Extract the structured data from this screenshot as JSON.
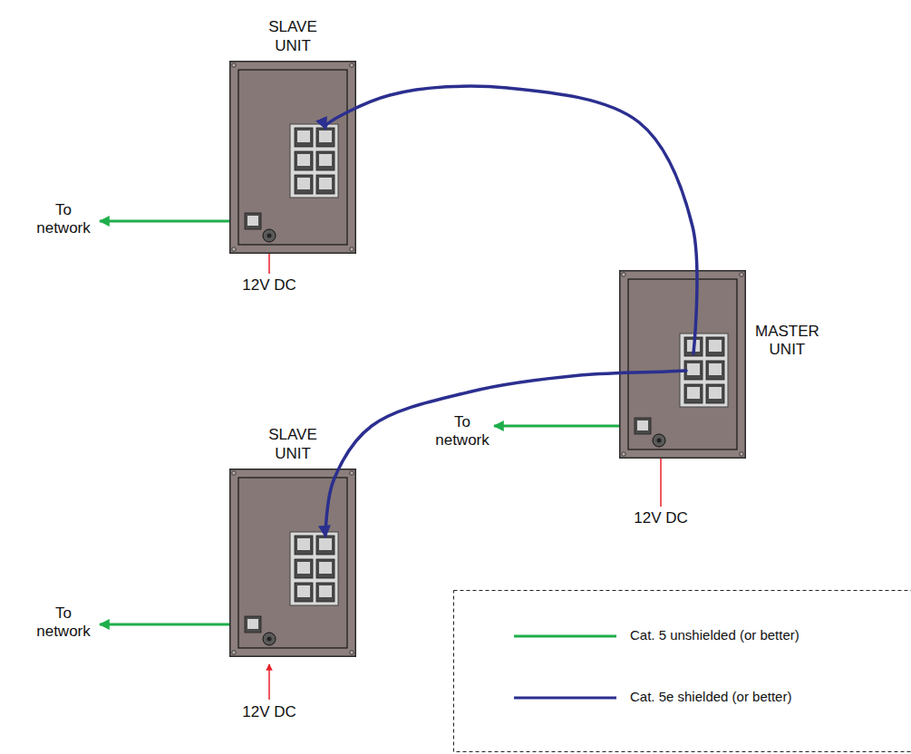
{
  "diagram": {
    "nodes": [
      {
        "text": [
          "SLAVE UNIT"
        ]
      },
      {
        "text": [
          "MASTER UNIT"
        ]
      },
      {
        "text": [
          "SLAVE UNIT"
        ]
      }
    ],
    "edges": [
      {
        "from": 1,
        "to": 0,
        "arrow": "to"
      },
      {
        "from": 1,
        "to": 2,
        "arrow": "to"
      }
    ],
    "labels": [
      "To network",
      "12V DC",
      "To network",
      "12V DC",
      "To network",
      "12V DC"
    ],
    "legend": [
      {
        "text": "Cat. 5 unshielded (or better)"
      },
      {
        "text": "Cat. 5e shielded (or better)"
      }
    ]
  }
}
